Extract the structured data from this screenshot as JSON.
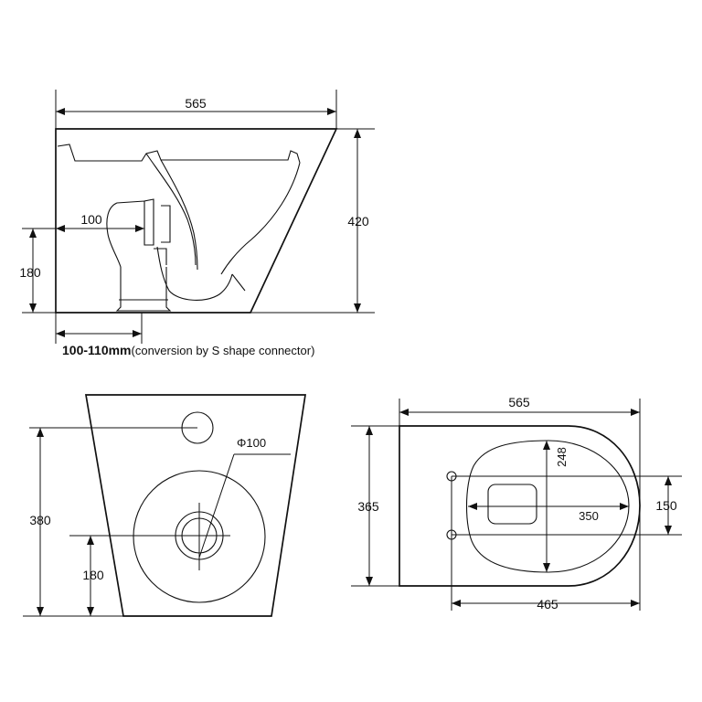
{
  "side_view": {
    "width_label": "565",
    "height_label": "420",
    "outlet_offset_label": "100",
    "outlet_height_label": "180",
    "outlet_range_label": "100-110mm",
    "outlet_note": "(conversion by S shape connector)"
  },
  "back_view": {
    "height_label": "380",
    "outlet_height_label": "180",
    "outlet_diameter_label": "Φ100"
  },
  "top_view": {
    "width_label": "565",
    "height_label": "365",
    "bowl_depth_label": "248",
    "bowl_width_label": "350",
    "hole_spacing_label": "150",
    "hole_to_front_label": "465"
  }
}
